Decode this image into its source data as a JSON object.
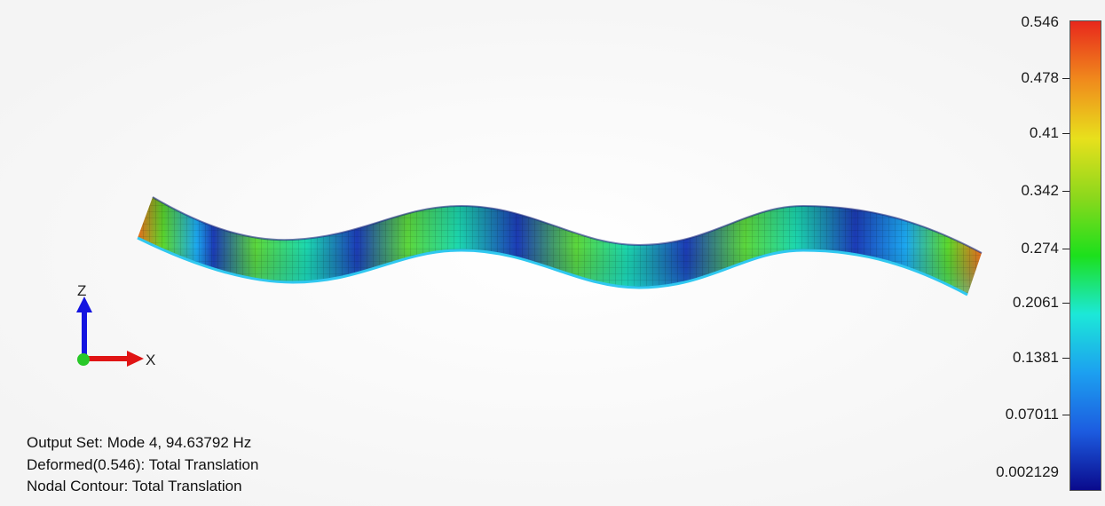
{
  "legend": {
    "labels": [
      "0.546",
      "0.478",
      "0.41",
      "0.342",
      "0.274",
      "0.2061",
      "0.1381",
      "0.07011",
      "0.002129"
    ],
    "colors": [
      "#e8281c",
      "#f08a1c",
      "#e8e01c",
      "#8cd81c",
      "#1ce01c",
      "#1ce8d8",
      "#1ca0f0",
      "#1c5ce0",
      "#0a0a8c"
    ]
  },
  "info": {
    "line1": "Output Set: Mode 4, 94.63792 Hz",
    "line2": "Deformed(0.546): Total Translation",
    "line3": "Nodal Contour: Total Translation"
  },
  "triad": {
    "z_label": "Z",
    "x_label": "X"
  }
}
